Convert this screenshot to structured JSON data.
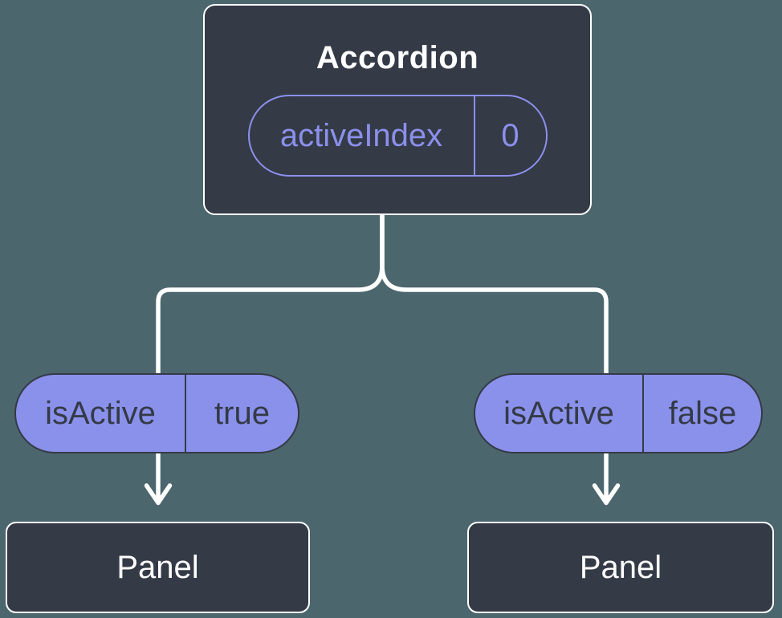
{
  "colors": {
    "background": "#4c666e",
    "node_fill": "#343a46",
    "node_border": "#ffffff",
    "pill_fill": "#8a91eb",
    "accent": "#8b90ec",
    "connector": "#ffffff"
  },
  "diagram": {
    "root": {
      "title": "Accordion",
      "prop": {
        "name": "activeIndex",
        "value": "0"
      }
    },
    "children": [
      {
        "prop": {
          "name": "isActive",
          "value": "true"
        },
        "child": {
          "title": "Panel"
        }
      },
      {
        "prop": {
          "name": "isActive",
          "value": "false"
        },
        "child": {
          "title": "Panel"
        }
      }
    ]
  }
}
